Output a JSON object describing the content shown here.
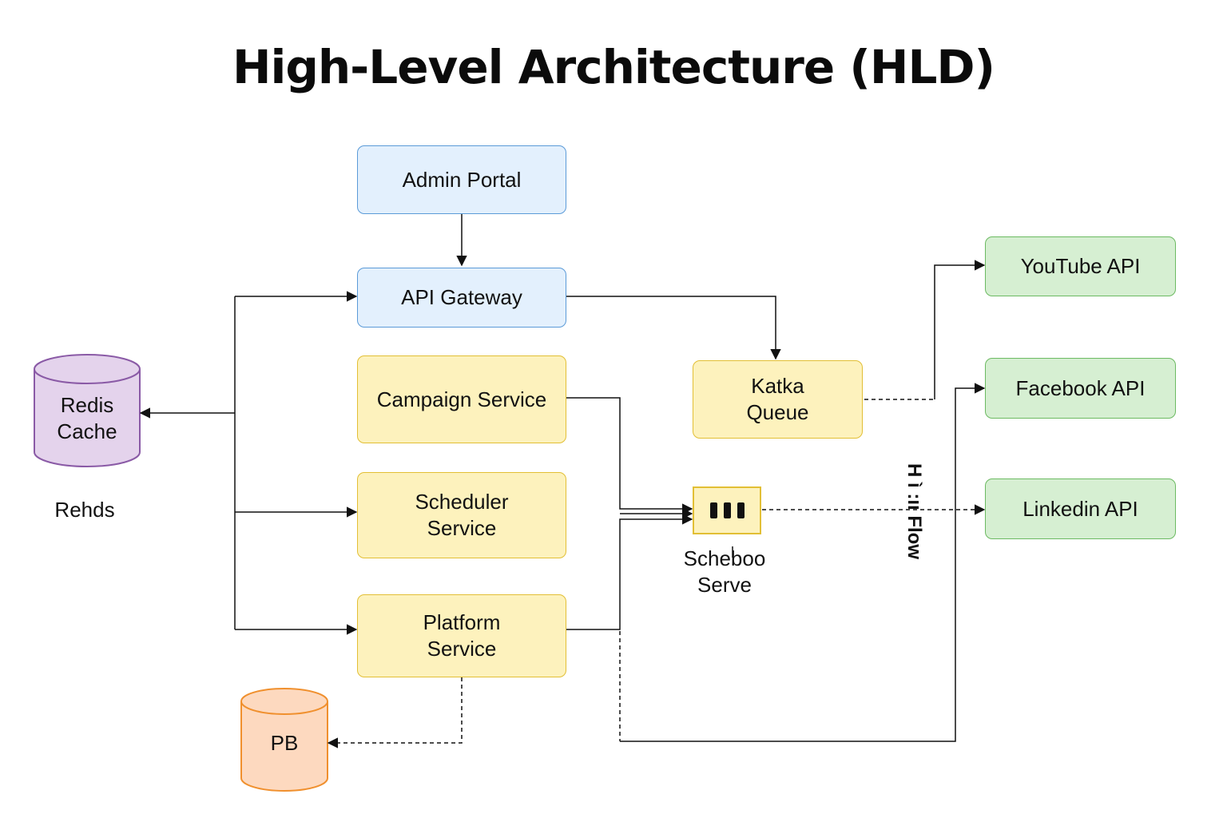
{
  "title": "High-Level Architecture (HLD)",
  "nodes": {
    "admin_portal": "Admin Portal",
    "api_gateway": "API Gateway",
    "campaign_service": "Campaign Service",
    "scheduler_service": "Scheduler\nService",
    "platform_service": "Platform\nService",
    "kafka_queue": "Katka\nQueue",
    "youtube_api": "YouTube API",
    "facebook_api": "Facebook API",
    "linkedin_api": "Linkedin API"
  },
  "datastores": {
    "redis_cache": "Redis\nCache",
    "pb": "PB"
  },
  "labels": {
    "redis_caption": "Rehds",
    "scheduler_caption": "Scheboo\nServe",
    "flow_label": "H ì :ıı Flow"
  },
  "colors": {
    "blue_fill": "#e3f0fd",
    "blue_border": "#5b9bd8",
    "yellow_fill": "#fdf2bd",
    "yellow_border": "#e2bf35",
    "green_fill": "#d6efd2",
    "green_border": "#6cba62",
    "redis_fill": "#e4d3ec",
    "redis_border": "#8a5aa6",
    "pb_fill": "#fdd9bf",
    "pb_border": "#f0902e"
  }
}
